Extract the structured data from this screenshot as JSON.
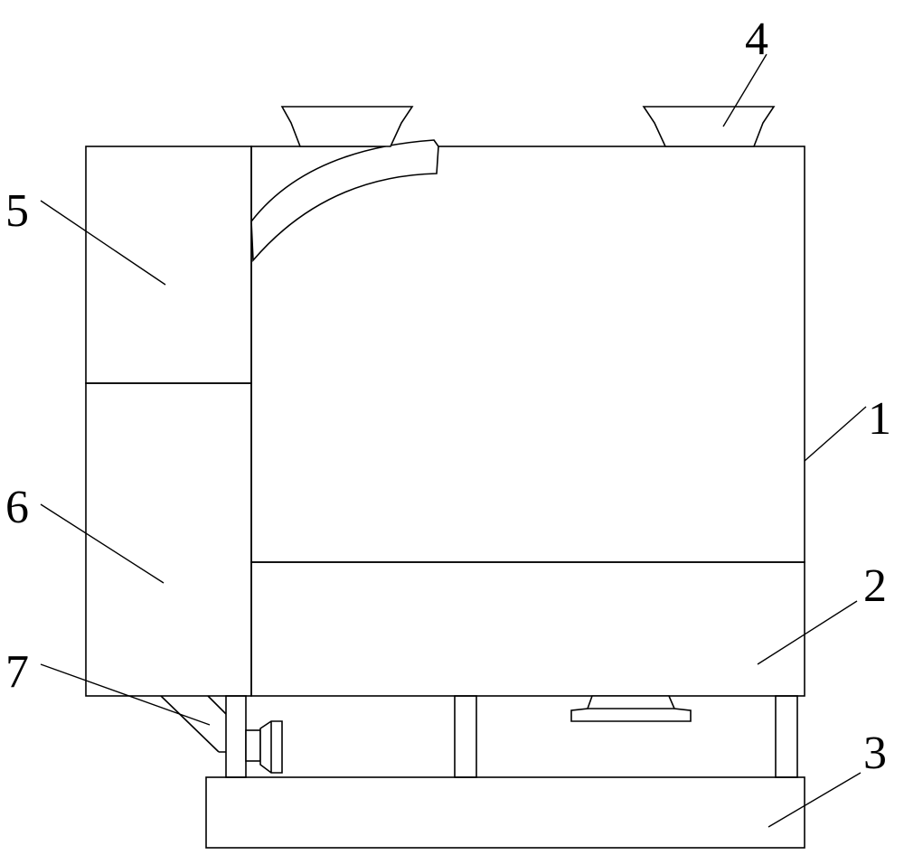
{
  "diagram": {
    "callouts": [
      {
        "id": "1",
        "text": "1",
        "part": "main-housing"
      },
      {
        "id": "2",
        "text": "2",
        "part": "lower-chamber"
      },
      {
        "id": "3",
        "text": "3",
        "part": "base-plate"
      },
      {
        "id": "4",
        "text": "4",
        "part": "feed-hopper"
      },
      {
        "id": "5",
        "text": "5",
        "part": "side-upper-box"
      },
      {
        "id": "6",
        "text": "6",
        "part": "side-lower-box"
      },
      {
        "id": "7",
        "text": "7",
        "part": "support-bracket"
      }
    ],
    "colors": {
      "line": "#000000",
      "background": "#ffffff"
    }
  }
}
